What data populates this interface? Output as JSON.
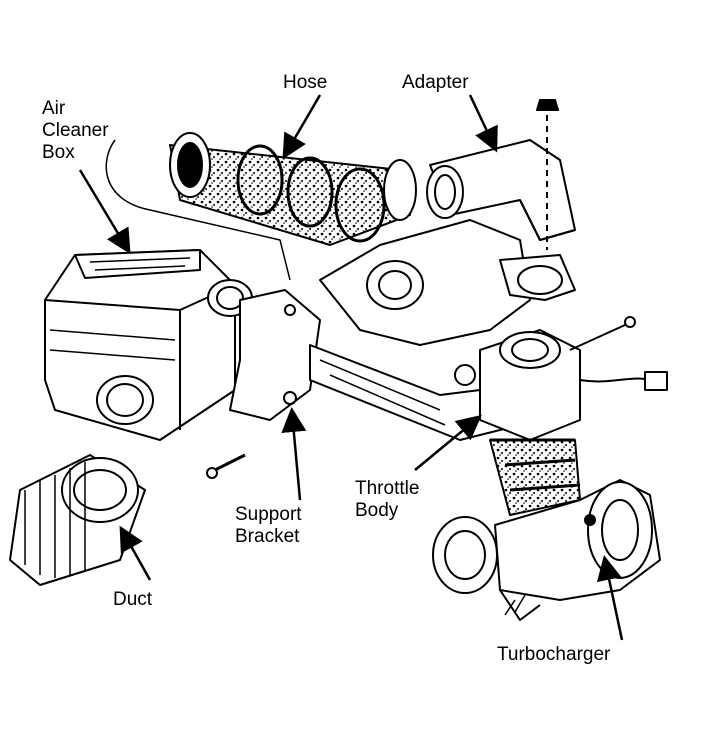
{
  "labels": {
    "air_cleaner_box": [
      "Air",
      "Cleaner",
      "Box"
    ],
    "hose": "Hose",
    "adapter": "Adapter",
    "throttle_body": [
      "Throttle",
      "Body"
    ],
    "support_bracket": [
      "Support",
      "Bracket"
    ],
    "duct": "Duct",
    "turbocharger": "Turbocharger"
  },
  "colors": {
    "ink": "#000000",
    "paper": "#ffffff"
  }
}
